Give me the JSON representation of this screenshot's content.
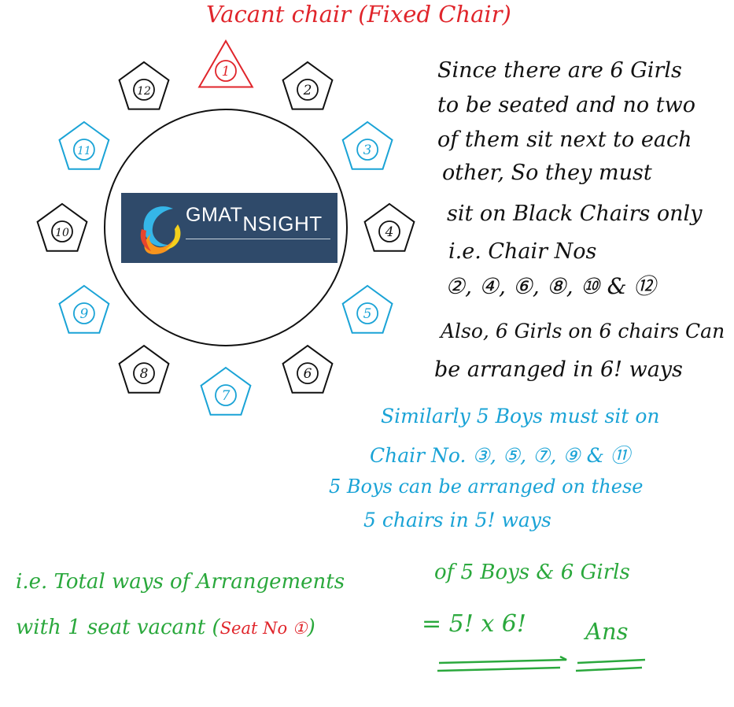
{
  "colors": {
    "girls_chairs": "#111111",
    "boys_chairs": "#1aa3d6",
    "fixed_chair": "#e0252b",
    "total": "#2aa83c",
    "logo_bg": "#2f4a6a"
  },
  "header": {
    "fixed_chair_label": "Vacant chair (Fixed Chair)"
  },
  "logo": {
    "brand_a": "GMAT",
    "brand_b": "NSIGHT"
  },
  "chairs": [
    {
      "number": "1",
      "group": "fixed",
      "shape": "triangle"
    },
    {
      "number": "2",
      "group": "girls",
      "shape": "pentagon"
    },
    {
      "number": "3",
      "group": "boys",
      "shape": "pentagon"
    },
    {
      "number": "4",
      "group": "girls",
      "shape": "pentagon"
    },
    {
      "number": "5",
      "group": "boys",
      "shape": "pentagon"
    },
    {
      "number": "6",
      "group": "girls",
      "shape": "pentagon"
    },
    {
      "number": "7",
      "group": "boys",
      "shape": "pentagon"
    },
    {
      "number": "8",
      "group": "girls",
      "shape": "pentagon"
    },
    {
      "number": "9",
      "group": "boys",
      "shape": "pentagon"
    },
    {
      "number": "10",
      "group": "girls",
      "shape": "pentagon"
    },
    {
      "number": "11",
      "group": "boys",
      "shape": "pentagon"
    },
    {
      "number": "12",
      "group": "girls",
      "shape": "pentagon"
    }
  ],
  "notes": {
    "girls": [
      "Since there are 6 Girls",
      "to be seated and no two",
      "of them sit next to each",
      "other, So they must",
      "sit on Black Chairs only",
      "i.e. Chair Nos",
      "②, ④, ⑥, ⑧, ⑩ & ⑫",
      "Also, 6 Girls on 6 chairs Can",
      "be arranged in 6! ways"
    ],
    "boys": [
      "Similarly 5 Boys must sit on",
      "Chair No. ③, ⑤, ⑦, ⑨ & ⑪",
      "5 Boys can be arranged on these",
      "5 chairs in 5! ways"
    ],
    "total": {
      "line1": "i.e. Total ways of Arrangements",
      "line1b": "of 5 Boys & 6 Girls",
      "line2": "with 1 seat vacant (",
      "seat_note": "Seat No ①",
      "line2_close": ")",
      "result": "= 5! x 6!",
      "answer": "Ans"
    }
  }
}
